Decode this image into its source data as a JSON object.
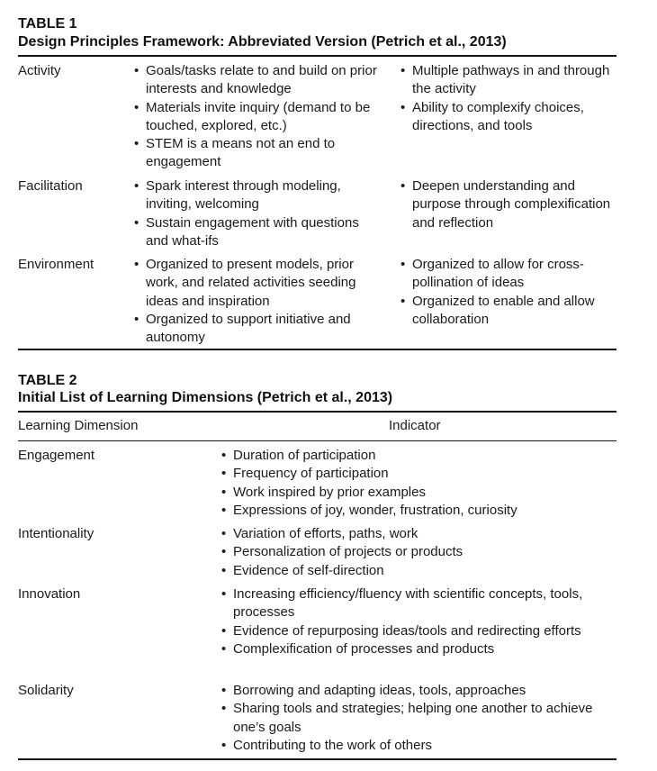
{
  "table1": {
    "label": "TABLE 1",
    "title": "Design Principles Framework: Abbreviated Version (Petrich et al., 2013)",
    "rows": [
      {
        "name": "Activity",
        "col1": [
          "Goals/tasks relate to and build on prior interests and knowledge",
          "Materials invite inquiry (demand to be touched, explored, etc.)",
          "STEM is a means not an end to engagement"
        ],
        "col2": [
          "Multiple pathways in and through the activity",
          "Ability to complexify choices, directions, and tools"
        ]
      },
      {
        "name": "Facilitation",
        "col1": [
          "Spark interest through modeling, inviting, welcoming",
          "Sustain engagement with questions and what-ifs"
        ],
        "col2": [
          "Deepen understanding and purpose through complexification and reflection"
        ]
      },
      {
        "name": "Environment",
        "col1": [
          "Organized to present models, prior work, and related activities seeding ideas and inspiration",
          "Organized to support initiative and autonomy"
        ],
        "col2": [
          "Organized to allow for cross-pollination of ideas",
          "Organized to enable and allow collaboration"
        ]
      }
    ]
  },
  "table2": {
    "label": "TABLE 2",
    "title": "Initial List of Learning Dimensions (Petrich et al., 2013)",
    "header_dimension": "Learning Dimension",
    "header_indicator": "Indicator",
    "rows": [
      {
        "name": "Engagement",
        "indicators": [
          "Duration of participation",
          "Frequency of participation",
          "Work inspired by prior examples",
          "Expressions of joy, wonder, frustration, curiosity"
        ]
      },
      {
        "name": "Intentionality",
        "indicators": [
          "Variation of efforts, paths, work",
          "Personalization of projects or products",
          "Evidence of self-direction"
        ]
      },
      {
        "name": "Innovation",
        "indicators": [
          "Increasing efficiency/fluency with scientific concepts, tools, processes",
          "Evidence of repurposing ideas/tools and redirecting efforts",
          "Complexification of processes and products"
        ]
      },
      {
        "name": "Solidarity",
        "indicators": [
          "Borrowing and adapting ideas, tools, approaches",
          "Sharing tools and strategies; helping one another to achieve one’s goals",
          "Contributing to the work of others"
        ]
      }
    ]
  }
}
